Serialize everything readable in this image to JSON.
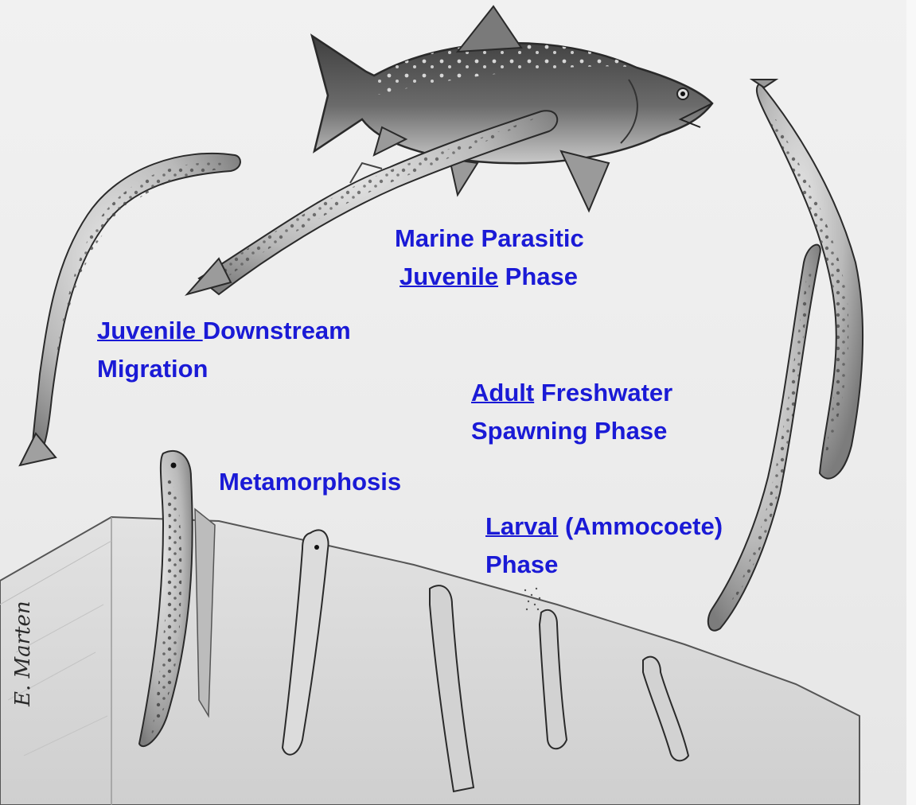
{
  "figure": {
    "labels": {
      "marine_parasitic": {
        "line1": "Marine Parasitic",
        "underlined": "Juvenile",
        "rest": " Phase"
      },
      "juvenile_downstream": {
        "underlined": "Juvenile ",
        "rest": "Downstream",
        "line2": "Migration"
      },
      "adult_freshwater": {
        "underlined": "Adult",
        "rest": " Freshwater",
        "line2": "Spawning Phase"
      },
      "metamorphosis": {
        "text": "Metamorphosis"
      },
      "larval": {
        "underlined": "Larval",
        "rest": " (Ammocoete)",
        "line2": "Phase"
      }
    },
    "signature": "E. Marten",
    "colors": {
      "label_text": "#1a1ad6",
      "pencil": "#3a3a3a",
      "sediment": "#d9d9d9",
      "paper": "#efefef"
    }
  }
}
